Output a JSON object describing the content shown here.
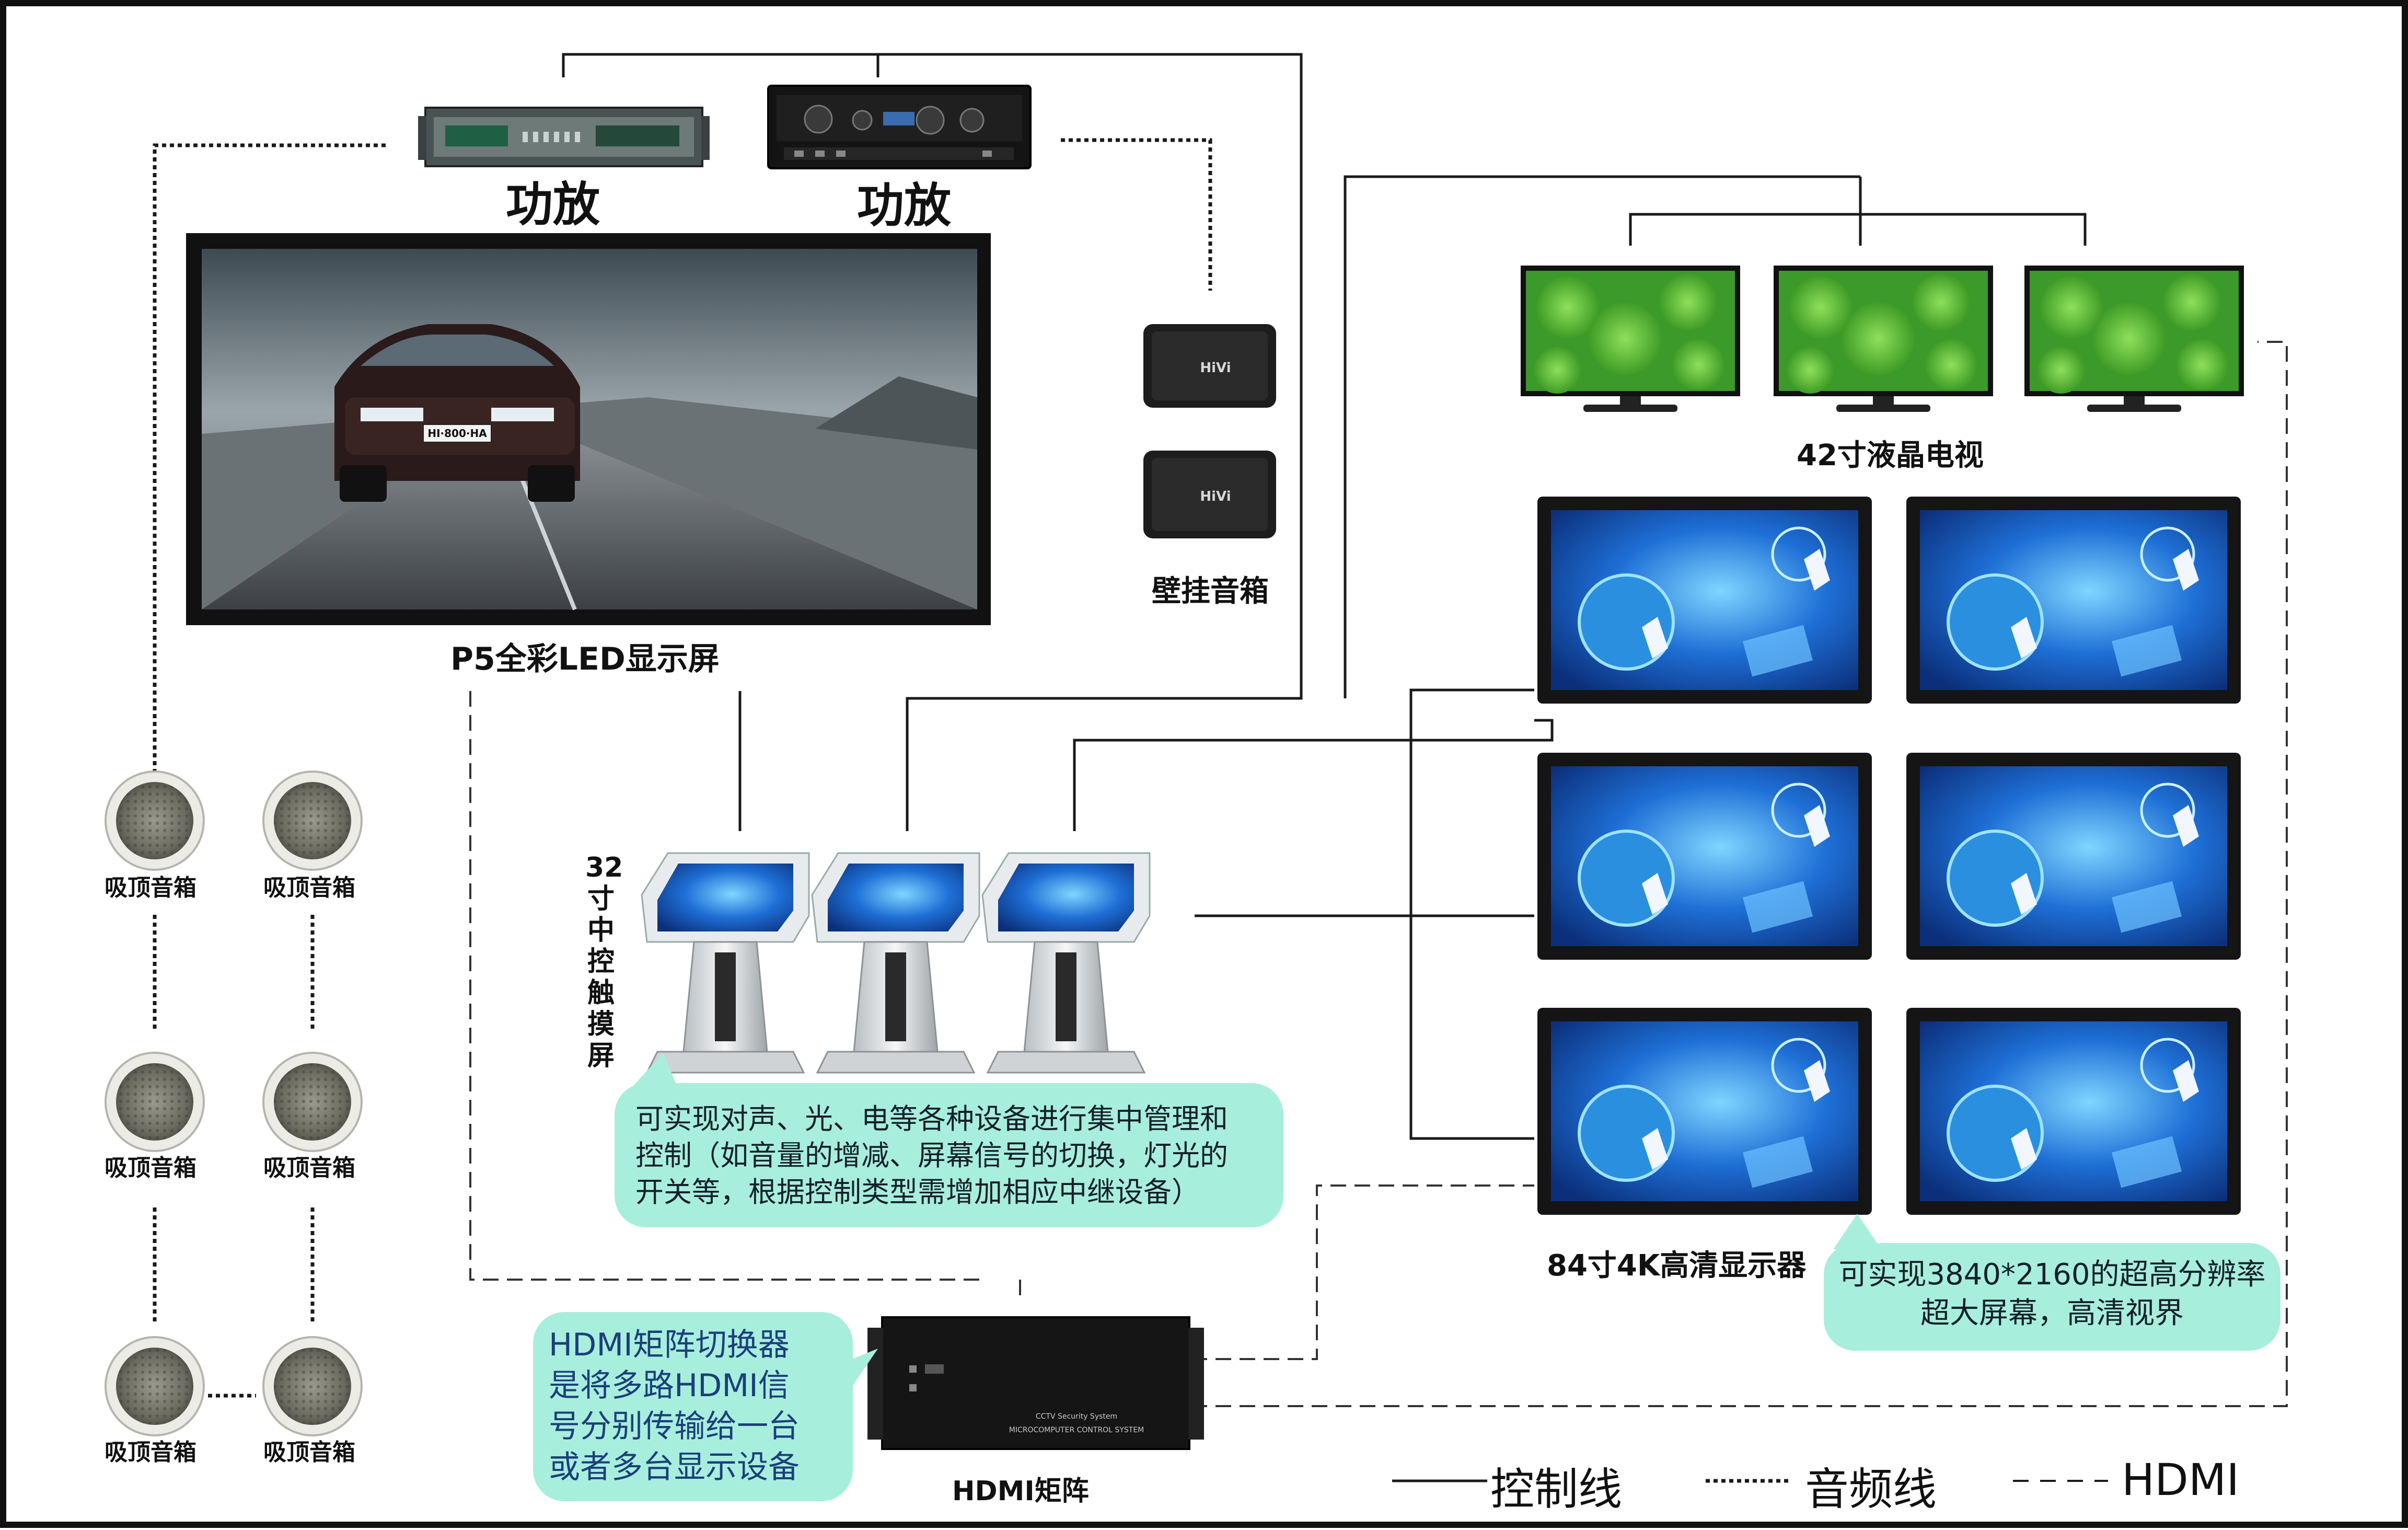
{
  "amplifier_labels": [
    "功放",
    "功放"
  ],
  "led_screen_label": "P5全彩LED显示屏",
  "wall_speaker_label": "壁挂音箱",
  "wall_speaker_brand": "HiVi",
  "car_plate": "HI·800·HA",
  "ceiling_speaker_label": "吸顶音箱",
  "tv_label": "42寸液晶电视",
  "touch_screen_label": "32寸中控触摸屏",
  "display_label": "84寸4K高清显示器",
  "matrix_label": "HDMI矩阵",
  "matrix_panel_text": [
    "CCTV Security System",
    "MICROCOMPUTER CONTROL SYSTEM"
  ],
  "touch_note_lines": [
    "可实现对声、光、电等各种设备进行集中管理和",
    "控制（如音量的增减、屏幕信号的切换，灯光的",
    "开关等，根据控制类型需增加相应中继设备）"
  ],
  "display_note_lines": [
    "可实现3840*2160的超高分辨率",
    "超大屏幕，高清视界"
  ],
  "matrix_note_lines": [
    "HDMI矩阵切换器",
    "是将多路HDMI信",
    "号分别传输给一台",
    "或者多台显示设备"
  ],
  "legend": {
    "control": "控制线",
    "audio": "音频线",
    "hdmi": "HDMI"
  },
  "colors": {
    "bubble": "#a8eedd",
    "frame": "#111111",
    "line": "#1a1a1a"
  }
}
